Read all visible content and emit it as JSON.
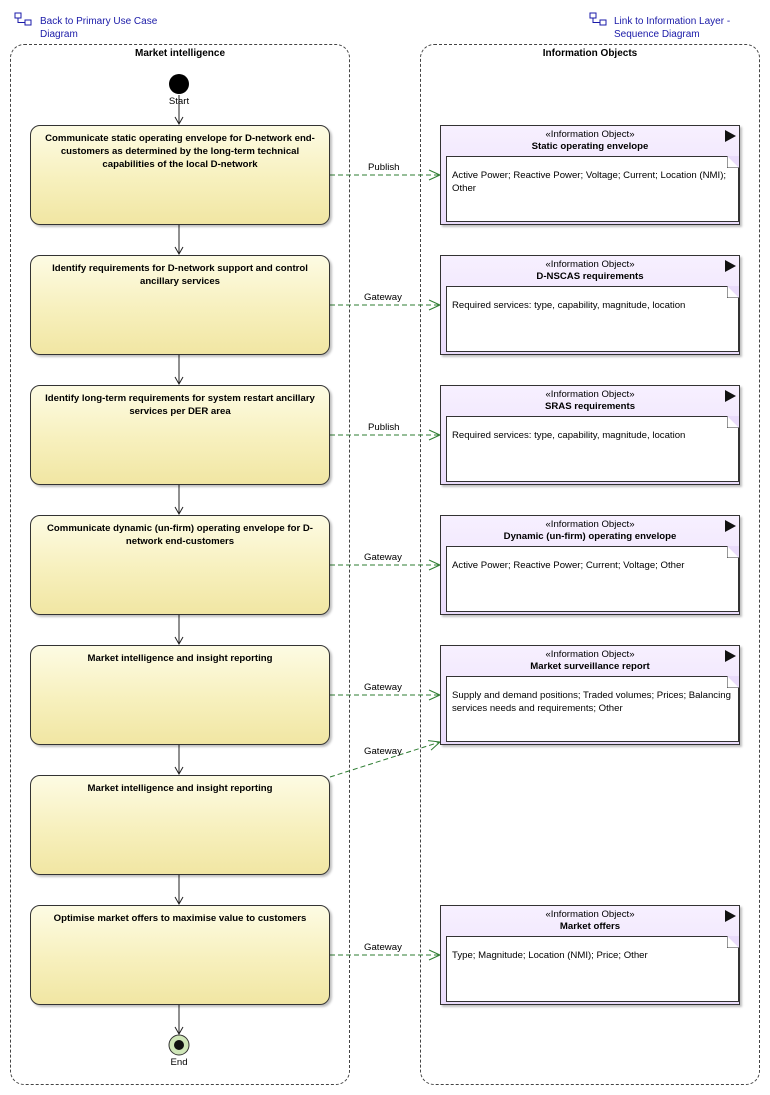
{
  "nav": {
    "back_line1": "Back to Primary Use Case",
    "back_line2": "Diagram",
    "link_line1": "Link to Information Layer -",
    "link_line2": "Sequence Diagram"
  },
  "lanes": {
    "left_title": "Market intelligence",
    "right_title": "Information Objects"
  },
  "start_label": "Start",
  "end_label": "End",
  "actions": [
    "Communicate static operating envelope for D-network end-customers as determined by the long-term technical capabilities of the local D-network",
    "Identify requirements for D-network support and control ancillary services",
    "Identify long-term requirements for system restart ancillary services per DER area",
    "Communicate dynamic (un-firm) operating envelope for D-network end-customers",
    "Market intelligence and insight reporting",
    "Market intelligence and insight reporting",
    "Optimise market offers to maximise value to customers"
  ],
  "flows": [
    "Publish",
    "Gateway",
    "Publish",
    "Gateway",
    "Gateway",
    "Gateway",
    "Gateway"
  ],
  "objects": [
    {
      "stereotype": "«Information Object»",
      "name": "Static operating envelope",
      "attrs": "Active Power; Reactive Power; Voltage; Current; Location (NMI); Other"
    },
    {
      "stereotype": "«Information Object»",
      "name": "D-NSCAS requirements",
      "attrs": "Required services: type, capability, magnitude, location"
    },
    {
      "stereotype": "«Information Object»",
      "name": "SRAS requirements",
      "attrs": "Required services: type, capability, magnitude, location"
    },
    {
      "stereotype": "«Information Object»",
      "name": "Dynamic (un-firm) operating envelope",
      "attrs": "Active Power; Reactive Power; Current; Voltage; Other"
    },
    {
      "stereotype": "«Information Object»",
      "name": "Market surveillance report",
      "attrs": "Supply and demand positions; Traded volumes; Prices; Balancing services needs and requirements; Other"
    },
    {
      "stereotype": "«Information Object»",
      "name": "Market offers",
      "attrs": "Type; Magnitude; Location (NMI); Price; Other"
    }
  ],
  "colors": {
    "action_fill": "#f7f0bd",
    "object_fill": "#eadcfb",
    "flow_line": "#2e7d32",
    "link_text": "#1a1aa8"
  }
}
